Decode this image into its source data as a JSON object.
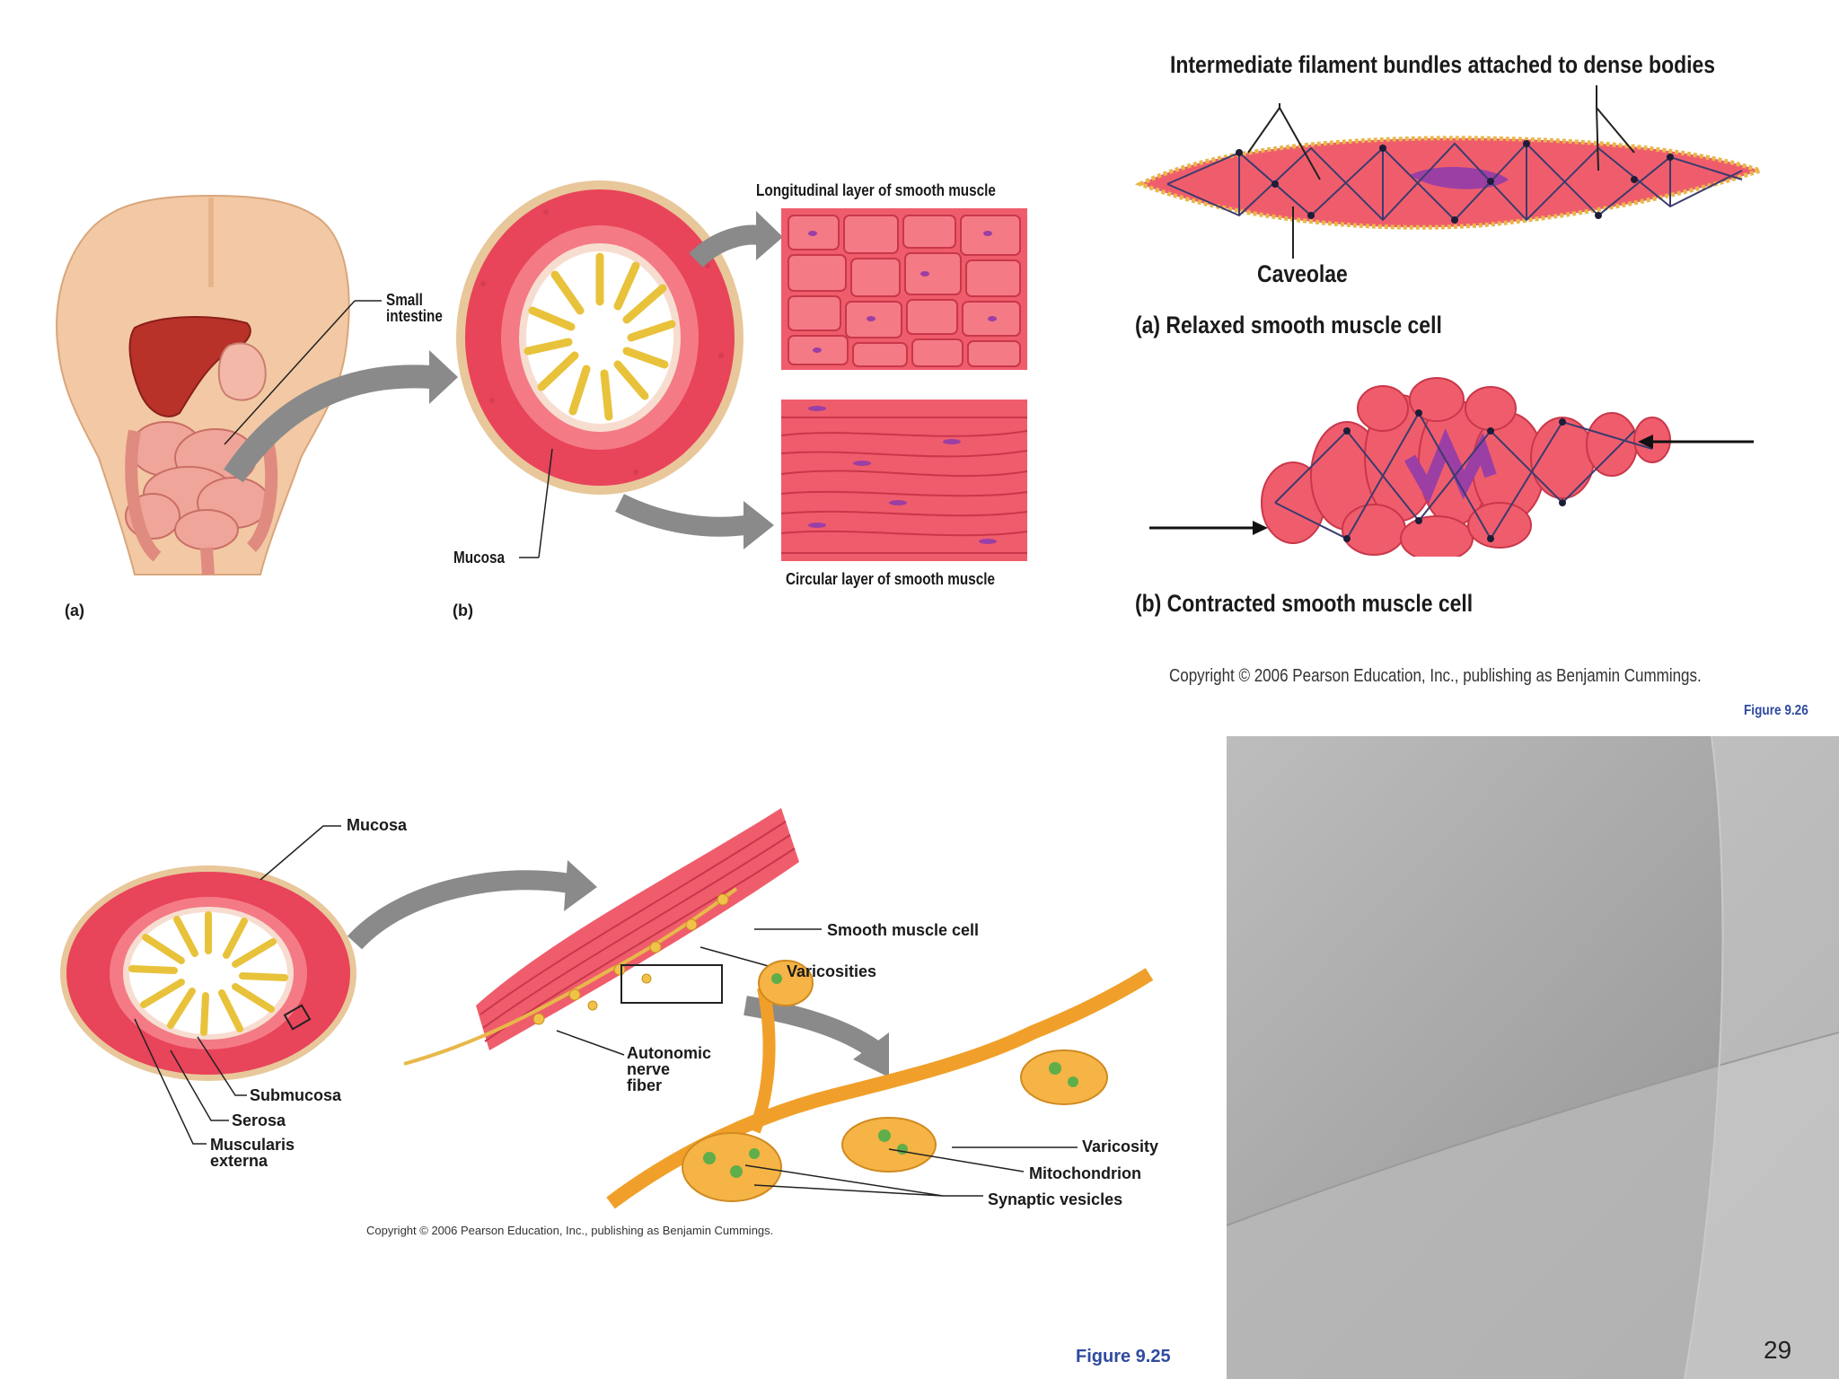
{
  "top_left_figure": {
    "labels": {
      "small_intestine": "Small\nintestine",
      "mucosa": "Mucosa",
      "longitudinal": "Longitudinal layer of smooth muscle",
      "circular": "Circular layer of smooth muscle",
      "panel_a": "(a)",
      "panel_b": "(b)"
    }
  },
  "top_right_figure": {
    "intermediate_filament": "Intermediate filament bundles attached to dense bodies",
    "caveolae": "Caveolae",
    "relaxed_caption": "(a) Relaxed smooth muscle cell",
    "contracted_caption": "(b) Contracted smooth muscle cell",
    "copyright": "Copyright © 2006 Pearson Education, Inc., publishing as Benjamin Cummings.",
    "figure_label": "Figure 9.26"
  },
  "bottom_figure": {
    "mucosa": "Mucosa",
    "submucosa": "Submucosa",
    "serosa": "Serosa",
    "muscularis_externa": "Muscularis\nexterna",
    "smooth_muscle_cell": "Smooth muscle cell",
    "varicosities": "Varicosities",
    "autonomic_nerve_fiber": "Autonomic\nnerve\nfiber",
    "varicosity": "Varicosity",
    "mitochondrion": "Mitochondrion",
    "synaptic_vesicles": "Synaptic vesicles",
    "copyright": "Copyright © 2006 Pearson Education, Inc., publishing as Benjamin Cummings.",
    "figure_label": "Figure 9.25"
  },
  "slide": {
    "page_number": "29"
  },
  "colors": {
    "muscle_red": "#e8445a",
    "muscle_pink": "#f47a86",
    "mucosa_yellow": "#e8c23a",
    "arrow_gray": "#8a8a8a",
    "figure_blue": "#2f4aa0",
    "panel_gray": "#a9a9a9"
  }
}
